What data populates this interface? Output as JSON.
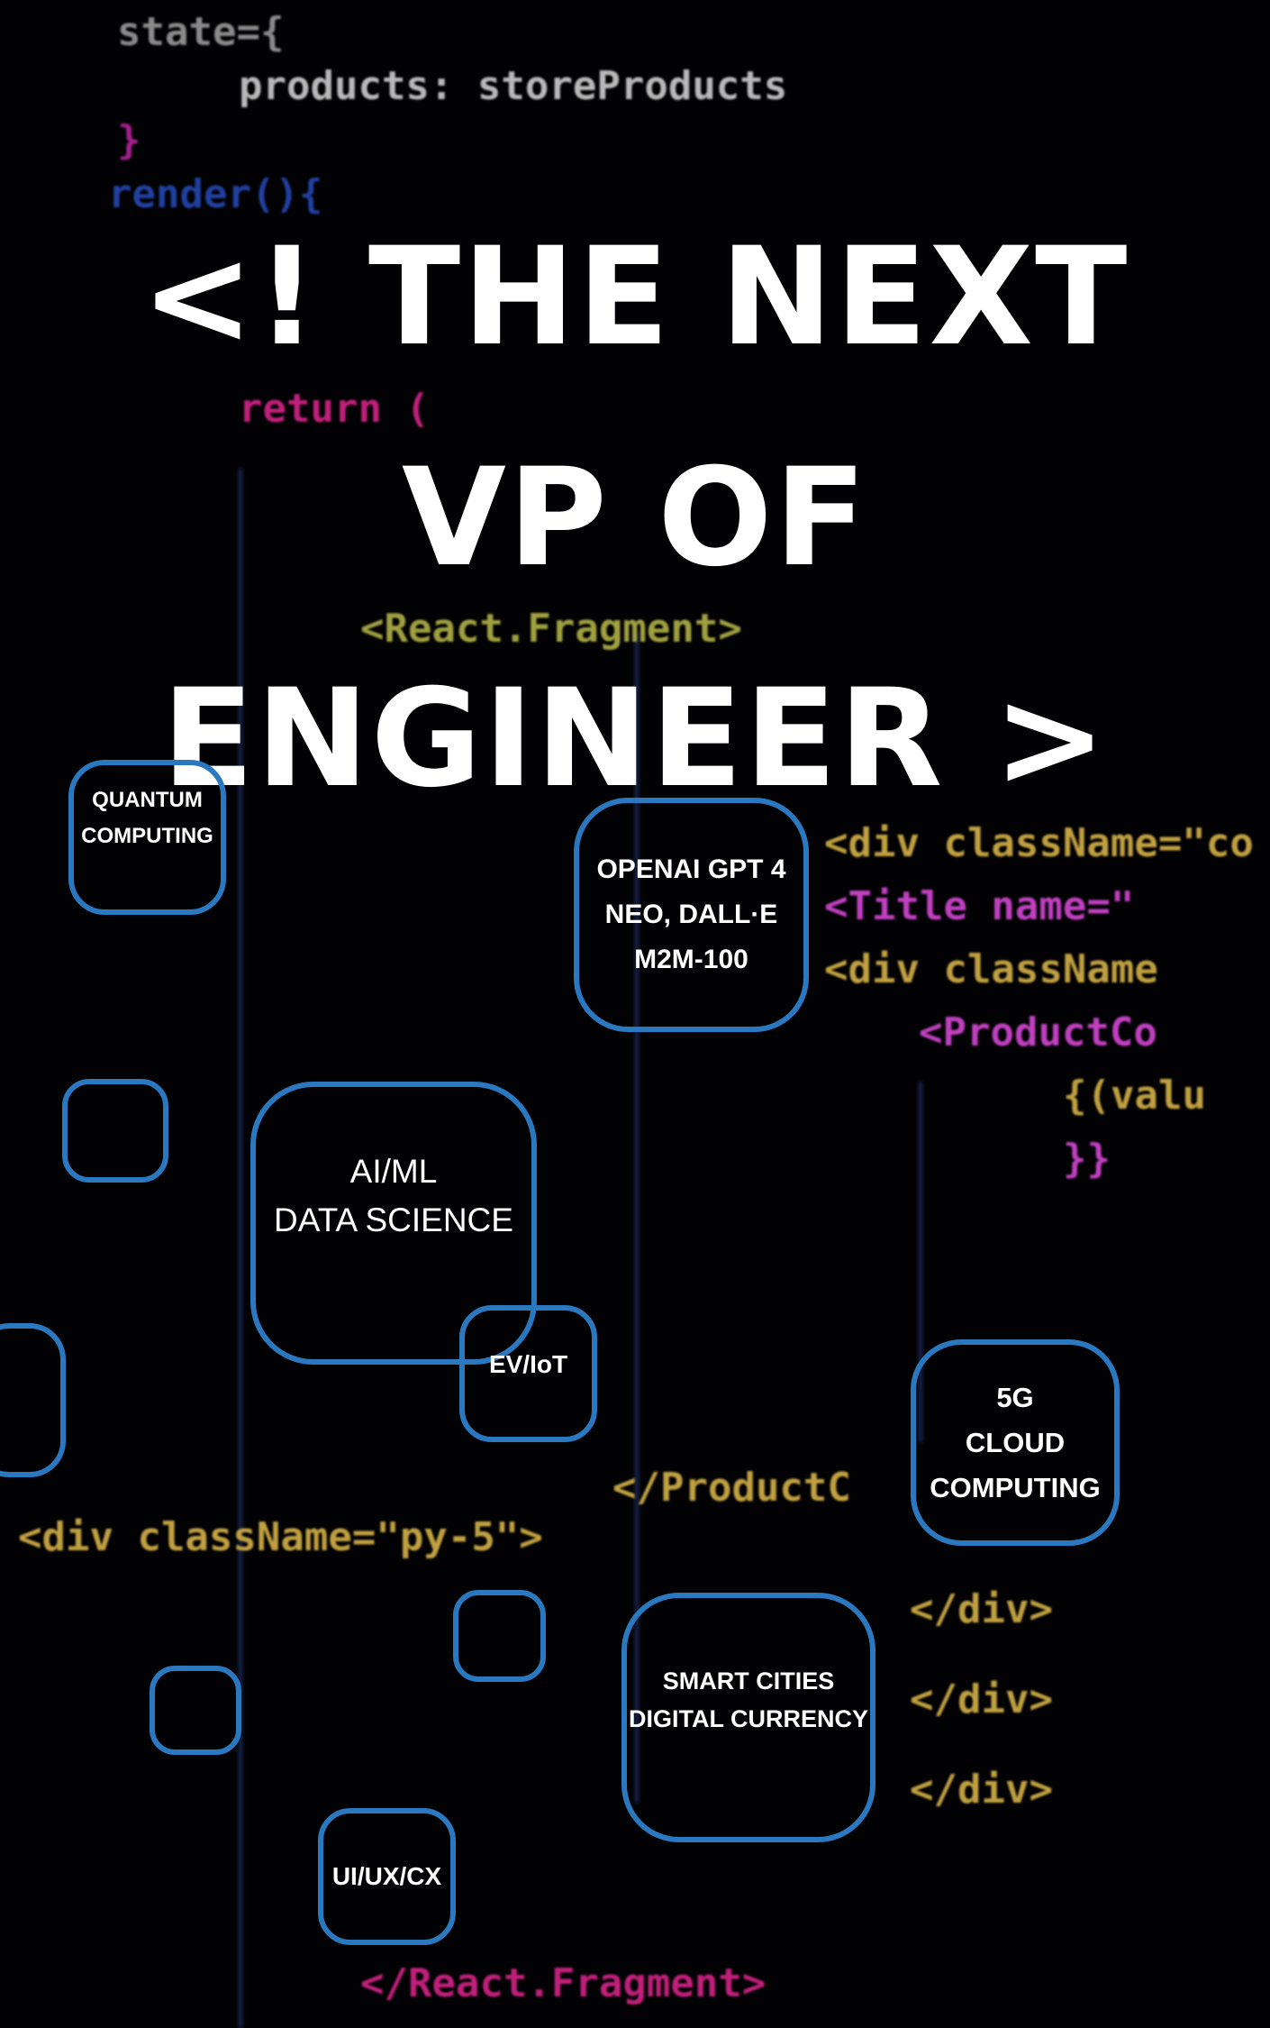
{
  "background_code": [
    {
      "text": "state={",
      "color": "#8a8a8a"
    },
    {
      "text": "products: storeProducts",
      "color": "#b8b8b8"
    },
    {
      "text": "}",
      "color": "#a0208a"
    },
    {
      "text": "render(){",
      "color": "#2040a0"
    },
    {
      "text": "return (",
      "color": "#c0207a"
    },
    {
      "text": "<React.Fragment>",
      "color": "#a0a040"
    },
    {
      "text": "<div className=\"py-5\">",
      "color": "#c0a040"
    },
    {
      "text": "<div className=\"co",
      "color": "#c0a040"
    },
    {
      "text": "<Title name=\"",
      "color": "#c040c0"
    },
    {
      "text": "<div className",
      "color": "#c0a040"
    },
    {
      "text": "<ProductCo",
      "color": "#c040c0"
    },
    {
      "text": "{(valu",
      "color": "#c0a040"
    },
    {
      "text": "}}",
      "color": "#c040c0"
    },
    {
      "text": "</ProductC",
      "color": "#c0a040"
    },
    {
      "text": "</div>",
      "color": "#c0a040"
    },
    {
      "text": "</div>",
      "color": "#c0a040"
    },
    {
      "text": "</div>",
      "color": "#c0a040"
    },
    {
      "text": "</React.Fragment>",
      "color": "#c0207a"
    }
  ],
  "headline": {
    "line1": "<! THE NEXT",
    "line2": "VP OF",
    "line3": "ENGINEER >"
  },
  "accent_color": "#2a78c0",
  "tags": {
    "quantum": "QUANTUM\nCOMPUTING",
    "openai": "OPENAI GPT 4\nNEO, DALL·E\nM2M-100",
    "aiml": "AI/ML\nDATA SCIENCE",
    "ev": "EV/IoT",
    "fiveg": "5G\nCLOUD\nCOMPUTING",
    "smart": "SMART CITIES\nDIGITAL CURRENCY",
    "uiux": "UI/UX/CX"
  }
}
